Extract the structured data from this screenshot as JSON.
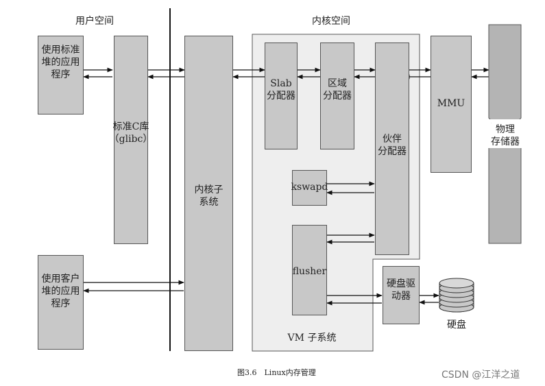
{
  "headers": {
    "user_space": "用户空间",
    "kernel_space": "内核空间"
  },
  "boxes": {
    "user_app_1": [
      "使用标准",
      "堆的应用",
      "程序"
    ],
    "user_app_2": [
      "使用客户",
      "堆的应用",
      "程序"
    ],
    "std_c_lib": [
      "标准C库",
      "（glibc）"
    ],
    "kernel_subsystem": [
      "内核子",
      "系统"
    ],
    "slab": [
      "Slab",
      "分配器"
    ],
    "zone": [
      "区域",
      "分配器"
    ],
    "buddy": [
      "伙伴",
      "分配器"
    ],
    "kswapd": [
      "kswapd"
    ],
    "flusher": [
      "flusher"
    ],
    "mmu": [
      "MMU"
    ],
    "physical_memory": [
      "物理",
      "存储器"
    ],
    "disk_driver": [
      "硬盘驱",
      "动器"
    ],
    "disk": [
      "硬盘"
    ]
  },
  "vm_subsystem_label": "VM 子系统",
  "caption": "图3.6　Linux内存管理",
  "watermark": "CSDN @江洋之道"
}
